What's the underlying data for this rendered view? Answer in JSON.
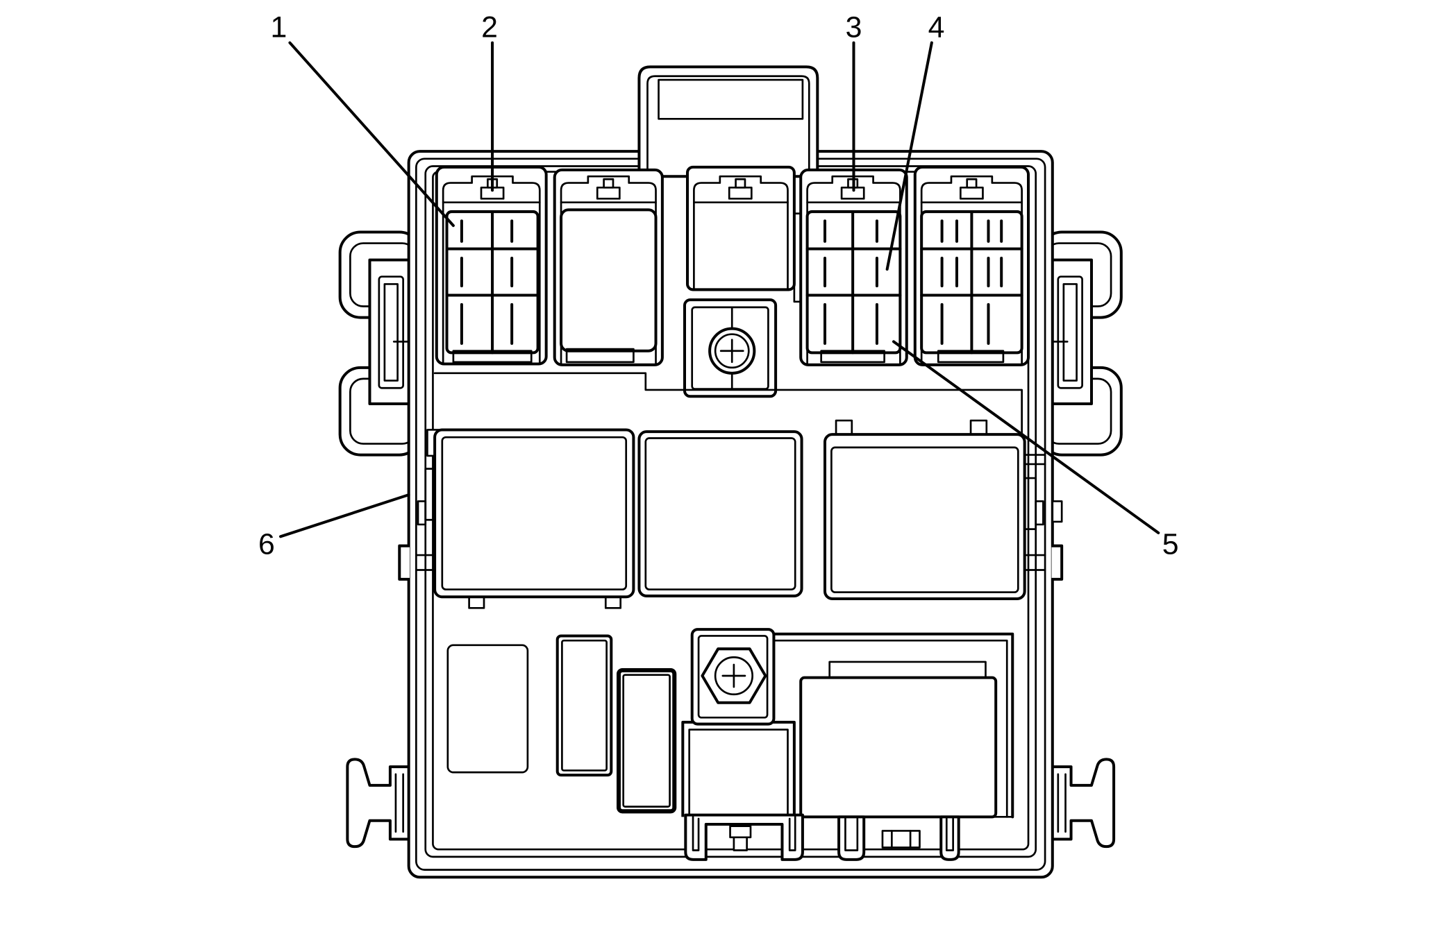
{
  "colors": {
    "line": "#000000",
    "background": "#ffffff"
  },
  "callouts": [
    {
      "label": "1"
    },
    {
      "label": "2"
    },
    {
      "label": "3"
    },
    {
      "label": "4"
    },
    {
      "label": "5"
    },
    {
      "label": "6"
    }
  ]
}
